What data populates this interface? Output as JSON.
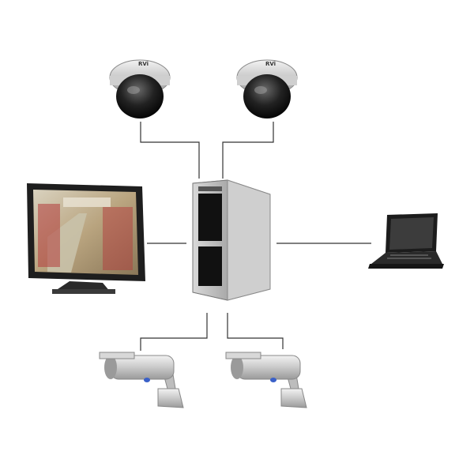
{
  "diagram": {
    "nodes": [
      {
        "id": "dome-camera-1",
        "kind": "dome-camera",
        "badge": "RVi"
      },
      {
        "id": "dome-camera-2",
        "kind": "dome-camera",
        "badge": "RVi"
      },
      {
        "id": "video-server",
        "kind": "tower-server"
      },
      {
        "id": "monitor",
        "kind": "lcd-monitor"
      },
      {
        "id": "laptop",
        "kind": "laptop"
      },
      {
        "id": "bullet-camera-1",
        "kind": "bullet-camera"
      },
      {
        "id": "bullet-camera-2",
        "kind": "bullet-camera"
      }
    ],
    "connections": [
      {
        "from": "dome-camera-1",
        "to": "video-server"
      },
      {
        "from": "dome-camera-2",
        "to": "video-server"
      },
      {
        "from": "monitor",
        "to": "video-server"
      },
      {
        "from": "laptop",
        "to": "video-server"
      },
      {
        "from": "bullet-camera-1",
        "to": "video-server"
      },
      {
        "from": "bullet-camera-2",
        "to": "video-server"
      }
    ],
    "colors": {
      "line": "#333333",
      "device_silver": "#c8c8c8",
      "device_dark": "#1e1e1e",
      "screen_store": "#b9a47f"
    }
  }
}
